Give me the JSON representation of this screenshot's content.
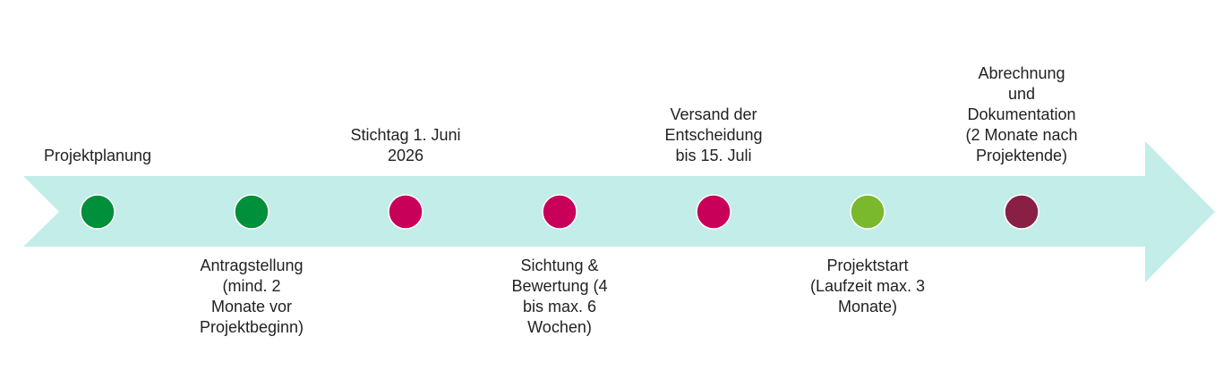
{
  "colors": {
    "arrow": "#c2ede8",
    "text": "#222222"
  },
  "milestones": [
    {
      "label": "Projektplanung",
      "position": "above",
      "color": "#008f3a"
    },
    {
      "label": "Antragstellung\n(mind. 2\nMonate vor\nProjektbeginn)",
      "position": "below",
      "color": "#008f3a"
    },
    {
      "label": "Stichtag 1. Juni\n2026",
      "position": "above",
      "color": "#c8005a"
    },
    {
      "label": "Sichtung &\nBewertung (4\nbis max. 6\nWochen)",
      "position": "below",
      "color": "#c8005a"
    },
    {
      "label": "Versand der\nEntscheidung\nbis 15. Juli",
      "position": "above",
      "color": "#c8005a"
    },
    {
      "label": "Projektstart\n(Laufzeit max. 3\nMonate)",
      "position": "below",
      "color": "#7ab92d"
    },
    {
      "label": "Abrechnung\nund\nDokumentation\n(2 Monate nach\nProjektende)",
      "position": "above",
      "color": "#8a1f45"
    }
  ]
}
